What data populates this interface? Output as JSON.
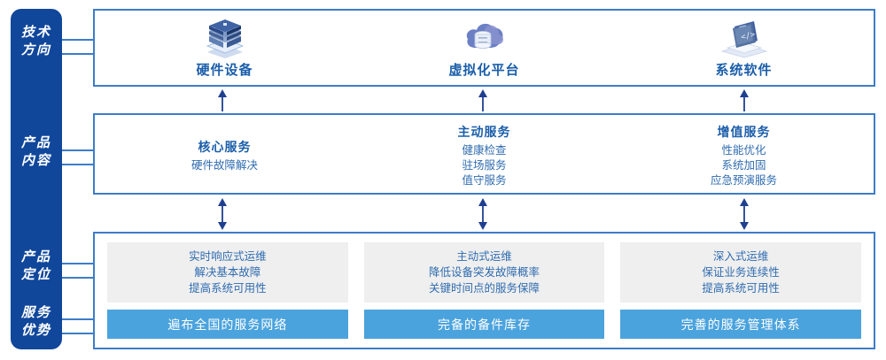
{
  "rails": [
    {
      "name": "tech-direction",
      "lines": [
        "技术",
        "方向"
      ]
    },
    {
      "name": "product-content",
      "lines": [
        "产品",
        "内容"
      ]
    },
    {
      "name": "product-position",
      "lines": [
        "产品",
        "定位"
      ]
    },
    {
      "name": "service-advantage",
      "lines": [
        "服务",
        "优势"
      ]
    }
  ],
  "tech_direction": {
    "items": [
      {
        "icon": "server-stack-icon",
        "label": "硬件设备"
      },
      {
        "icon": "cloud-database-icon",
        "label": "虚拟化平台"
      },
      {
        "icon": "laptop-code-icon",
        "label": "系统软件"
      }
    ]
  },
  "product_content": {
    "columns": [
      {
        "title": "核心服务",
        "items": [
          "硬件故障解决"
        ]
      },
      {
        "title": "主动服务",
        "items": [
          "健康检查",
          "驻场服务",
          "值守服务"
        ]
      },
      {
        "title": "增值服务",
        "items": [
          "性能优化",
          "系统加固",
          "应急预演服务"
        ]
      }
    ]
  },
  "product_position": {
    "columns": [
      {
        "lines": [
          "实时响应式运维",
          "解决基本故障",
          "提高系统可用性"
        ]
      },
      {
        "lines": [
          "主动式运维",
          "降低设备突发故障概率",
          "关键时间点的服务保障"
        ]
      },
      {
        "lines": [
          "深入式运维",
          "保证业务连续性",
          "提高系统可用性"
        ]
      }
    ]
  },
  "service_advantage": {
    "bars": [
      "遍布全国的服务网络",
      "完备的备件库存",
      "完善的服务管理体系"
    ]
  },
  "colors": {
    "rail_blue": "#10479b",
    "border_blue": "#3d7cc9",
    "text_blue": "#1b5eaa",
    "item_blue": "#2f6cb0",
    "bar_blue": "#4ba3dd",
    "grey_box": "#efefef",
    "arrow_navy": "#1f3f8f"
  }
}
